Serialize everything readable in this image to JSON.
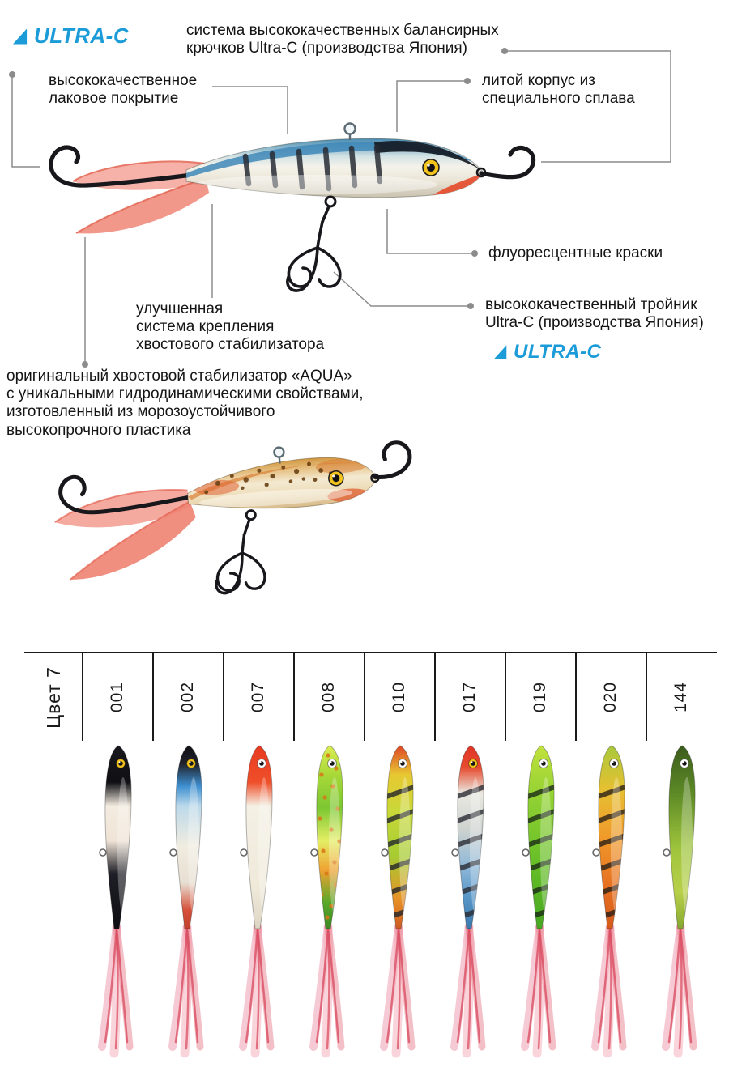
{
  "brand": {
    "name": "ULTRA-C",
    "color": "#1b9cd8"
  },
  "colors": {
    "text": "#141414",
    "leader_line": "#8c8c8c",
    "table_line": "#1a1a1a"
  },
  "callouts": {
    "hook_system": "система высококачественных балансирных\nкрючков Ultra-C (производства Япония)",
    "lacquer": "высококачественное\nлаковое покрытие",
    "alloy_body": "литой корпус из\nспециального сплава",
    "fluorescent_paint": "флуоресцентные краски",
    "tail_mount": "улучшенная\nсистема крепления\nхвостового стабилизатора",
    "treble_hook": "высококачественный тройник\nUltra-C (производства Япония)",
    "tail_stabilizer": "оригинальный хвостовой стабилизатор «AQUA»\nс уникальными гидродинамическими свойствами,\nизготовленный из морозоустойчивого\nвысокопрочного пластика"
  },
  "color_chart": {
    "row_label": "Цвет 7",
    "columns": [
      {
        "code": "001",
        "eye": "#f2c31c",
        "pattern": "none",
        "pattern_color": "",
        "stops": [
          [
            "#17171d",
            0
          ],
          [
            "#101014",
            0.2
          ],
          [
            "#f3ece0",
            0.33
          ],
          [
            "#efe3d6",
            0.52
          ],
          [
            "#1e1e26",
            0.7
          ],
          [
            "#0e0e13",
            1
          ]
        ]
      },
      {
        "code": "002",
        "eye": "#f2c31c",
        "pattern": "none",
        "pattern_color": "",
        "stops": [
          [
            "#0f0f14",
            0
          ],
          [
            "#20222b",
            0.1
          ],
          [
            "#3d8fd0",
            0.22
          ],
          [
            "#bcd9ea",
            0.33
          ],
          [
            "#f0ece0",
            0.55
          ],
          [
            "#e7dfd2",
            0.75
          ],
          [
            "#d6503a",
            0.9
          ],
          [
            "#c2402c",
            1
          ]
        ]
      },
      {
        "code": "007",
        "eye": "#ffffff",
        "pattern": "none",
        "pattern_color": "",
        "stops": [
          [
            "#e8391f",
            0
          ],
          [
            "#ef4f2a",
            0.2
          ],
          [
            "#f4f0e4",
            0.33
          ],
          [
            "#efe9da",
            0.78
          ],
          [
            "#ded6c4",
            1
          ]
        ]
      },
      {
        "code": "008",
        "eye": "#ffffff",
        "pattern": "spots",
        "pattern_color": "#d97416",
        "stops": [
          [
            "#dced52",
            0
          ],
          [
            "#a8d838",
            0.16
          ],
          [
            "#7cc732",
            0.34
          ],
          [
            "#e4ee64",
            0.52
          ],
          [
            "#efa232",
            0.68
          ],
          [
            "#57a82a",
            0.86
          ],
          [
            "#3c8a22",
            1
          ]
        ]
      },
      {
        "code": "010",
        "eye": "#ffffff",
        "pattern": "stripes",
        "pattern_color": "#23262b",
        "stops": [
          [
            "#df4626",
            0
          ],
          [
            "#e7c832",
            0.16
          ],
          [
            "#c8d838",
            0.36
          ],
          [
            "#a6cc32",
            0.6
          ],
          [
            "#e79228",
            0.84
          ],
          [
            "#cf5a20",
            1
          ]
        ]
      },
      {
        "code": "017",
        "eye": "#f2c31c",
        "pattern": "stripes",
        "pattern_color": "#2a2c33",
        "stops": [
          [
            "#df3424",
            0
          ],
          [
            "#e74c30",
            0.12
          ],
          [
            "#e9e9e1",
            0.26
          ],
          [
            "#cdd2cf",
            0.46
          ],
          [
            "#8fb8d8",
            0.66
          ],
          [
            "#5a98c8",
            0.82
          ],
          [
            "#3c79b0",
            1
          ]
        ]
      },
      {
        "code": "019",
        "eye": "#ffffff",
        "pattern": "stripes",
        "pattern_color": "#1c2a18",
        "stops": [
          [
            "#c2e23e",
            0
          ],
          [
            "#8fd032",
            0.3
          ],
          [
            "#69c028",
            0.62
          ],
          [
            "#47a822",
            1
          ]
        ]
      },
      {
        "code": "020",
        "eye": "#ffffff",
        "pattern": "stripes",
        "pattern_color": "#2a2118",
        "stops": [
          [
            "#a9c93a",
            0
          ],
          [
            "#e6c032",
            0.24
          ],
          [
            "#ef9a2a",
            0.5
          ],
          [
            "#e77222",
            0.76
          ],
          [
            "#d65a1a",
            1
          ]
        ]
      },
      {
        "code": "144",
        "eye": "#ffffff",
        "pattern": "none",
        "pattern_color": "",
        "stops": [
          [
            "#3c5c1c",
            0
          ],
          [
            "#5d8a26",
            0.26
          ],
          [
            "#9ec43c",
            0.56
          ],
          [
            "#b8d04a",
            0.8
          ],
          [
            "#86a830",
            1
          ]
        ]
      }
    ]
  }
}
